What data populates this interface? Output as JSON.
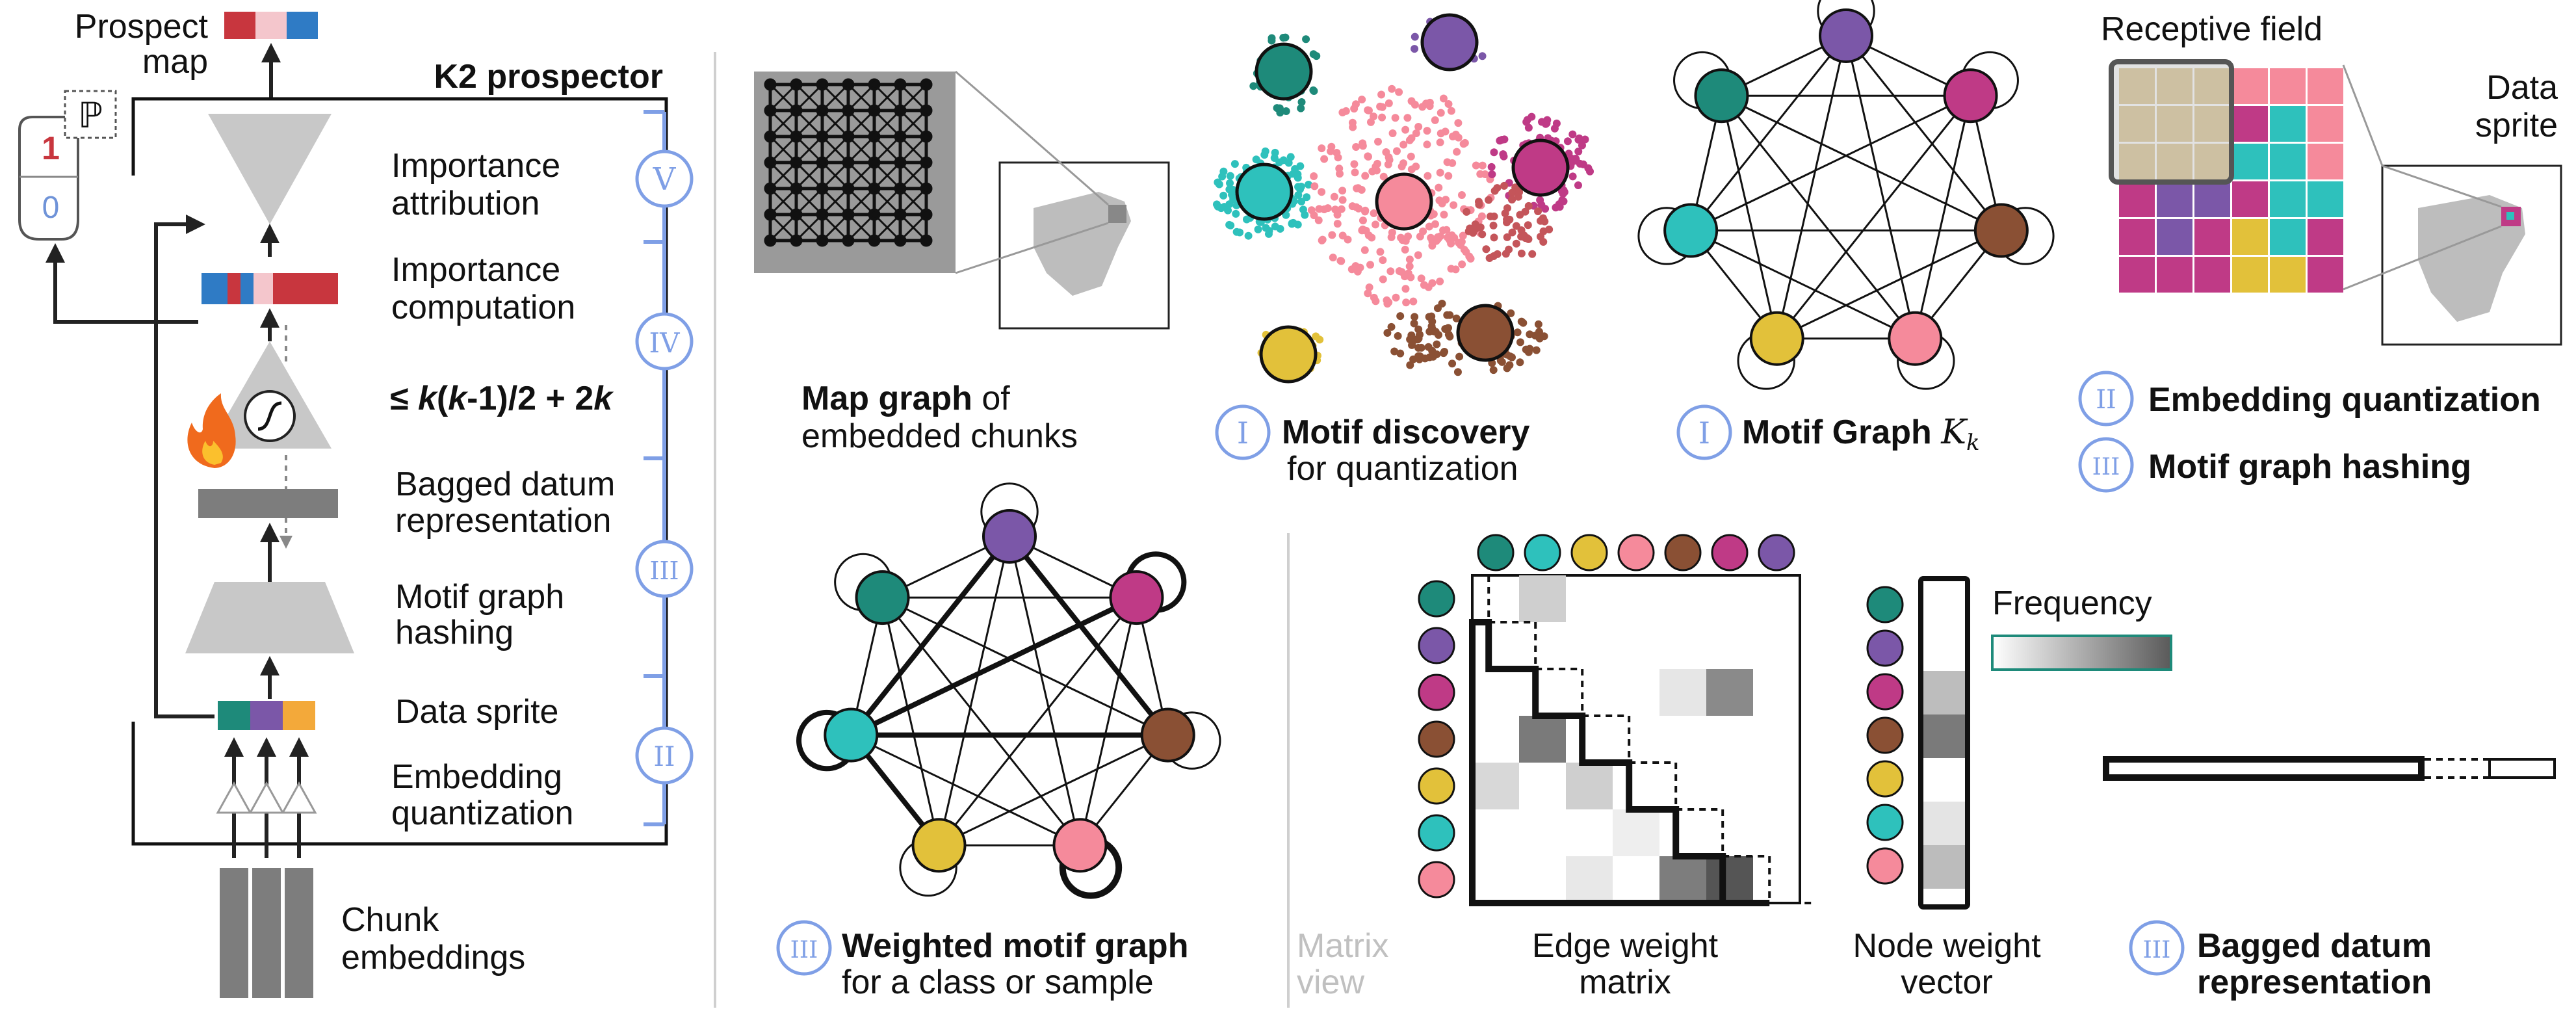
{
  "colors": {
    "teal_dark": "#1e8a7a",
    "purple": "#7b57a8",
    "magenta": "#bf3a86",
    "brown": "#8a5034",
    "yellow": "#e2c13a",
    "cyan": "#2ec1bc",
    "pink": "#f58a9b",
    "red": "#c8363e",
    "light_pink": "#f4c6cc",
    "blue": "#2f7bc5",
    "step_blue": "#7f9fe6",
    "gray": "#c8c8c8",
    "dark_gray": "#7d7d7d",
    "orange": "#f3a93a"
  },
  "icons": [
    "flame-icon",
    "sigmoid-icon",
    "blackboard-p-icon",
    "magnifier-icon"
  ],
  "left_panel": {
    "prospect_map": "Prospect map",
    "prospect_map_line1": "Prospect",
    "prospect_map_line2": "map",
    "title": "K2 prospector",
    "label_1": "1",
    "label_0": "0",
    "p_symbol": "ℙ",
    "importance_attribution_1": "Importance",
    "importance_attribution_2": "attribution",
    "importance_computation_1": "Importance",
    "importance_computation_2": "computation",
    "param_count_prefix": "≤ ",
    "param_count_k1": "k",
    "param_count_mid": "(",
    "param_count_k2": "k",
    "param_count_tail": "-1)/2 + 2",
    "param_count_k3": "k",
    "bagged_1": "Bagged datum",
    "bagged_2": "representation",
    "motif_hash_1": "Motif graph",
    "motif_hash_2": "hashing",
    "data_sprite": "Data sprite",
    "embq_1": "Embedding",
    "embq_2": "quantization",
    "chunk_1": "Chunk",
    "chunk_2": "embeddings",
    "steps": [
      "V",
      "IV",
      "III",
      "II"
    ]
  },
  "top_row": {
    "map_graph_bold": "Map graph",
    "map_graph_rest": " of",
    "map_graph_line2": "embedded chunks",
    "motif_disc_numeral": "I",
    "motif_disc_bold": "Motif discovery",
    "motif_disc_line2": "for quantization",
    "motif_graph_numeral": "I",
    "motif_graph_bold": "Motif Graph ",
    "motif_graph_k": "K",
    "motif_graph_sub": "k",
    "receptive_field": "Receptive field",
    "data_sprite_1": "Data",
    "data_sprite_2": "sprite",
    "embq_numeral": "II",
    "embq_label": "Embedding quantization",
    "hash_numeral": "III",
    "hash_label": "Motif graph hashing"
  },
  "bottom_row": {
    "weighted_numeral": "III",
    "weighted_bold": "Weighted motif graph",
    "weighted_line2": "for a class or sample",
    "matrix_view_1": "Matrix",
    "matrix_view_2": "view",
    "edge_1": "Edge weight",
    "edge_2": "matrix",
    "node_1": "Node weight",
    "node_2": "vector",
    "frequency": "Frequency",
    "bagged_numeral": "III",
    "bagged_1": "Bagged datum",
    "bagged_2": "representation"
  }
}
